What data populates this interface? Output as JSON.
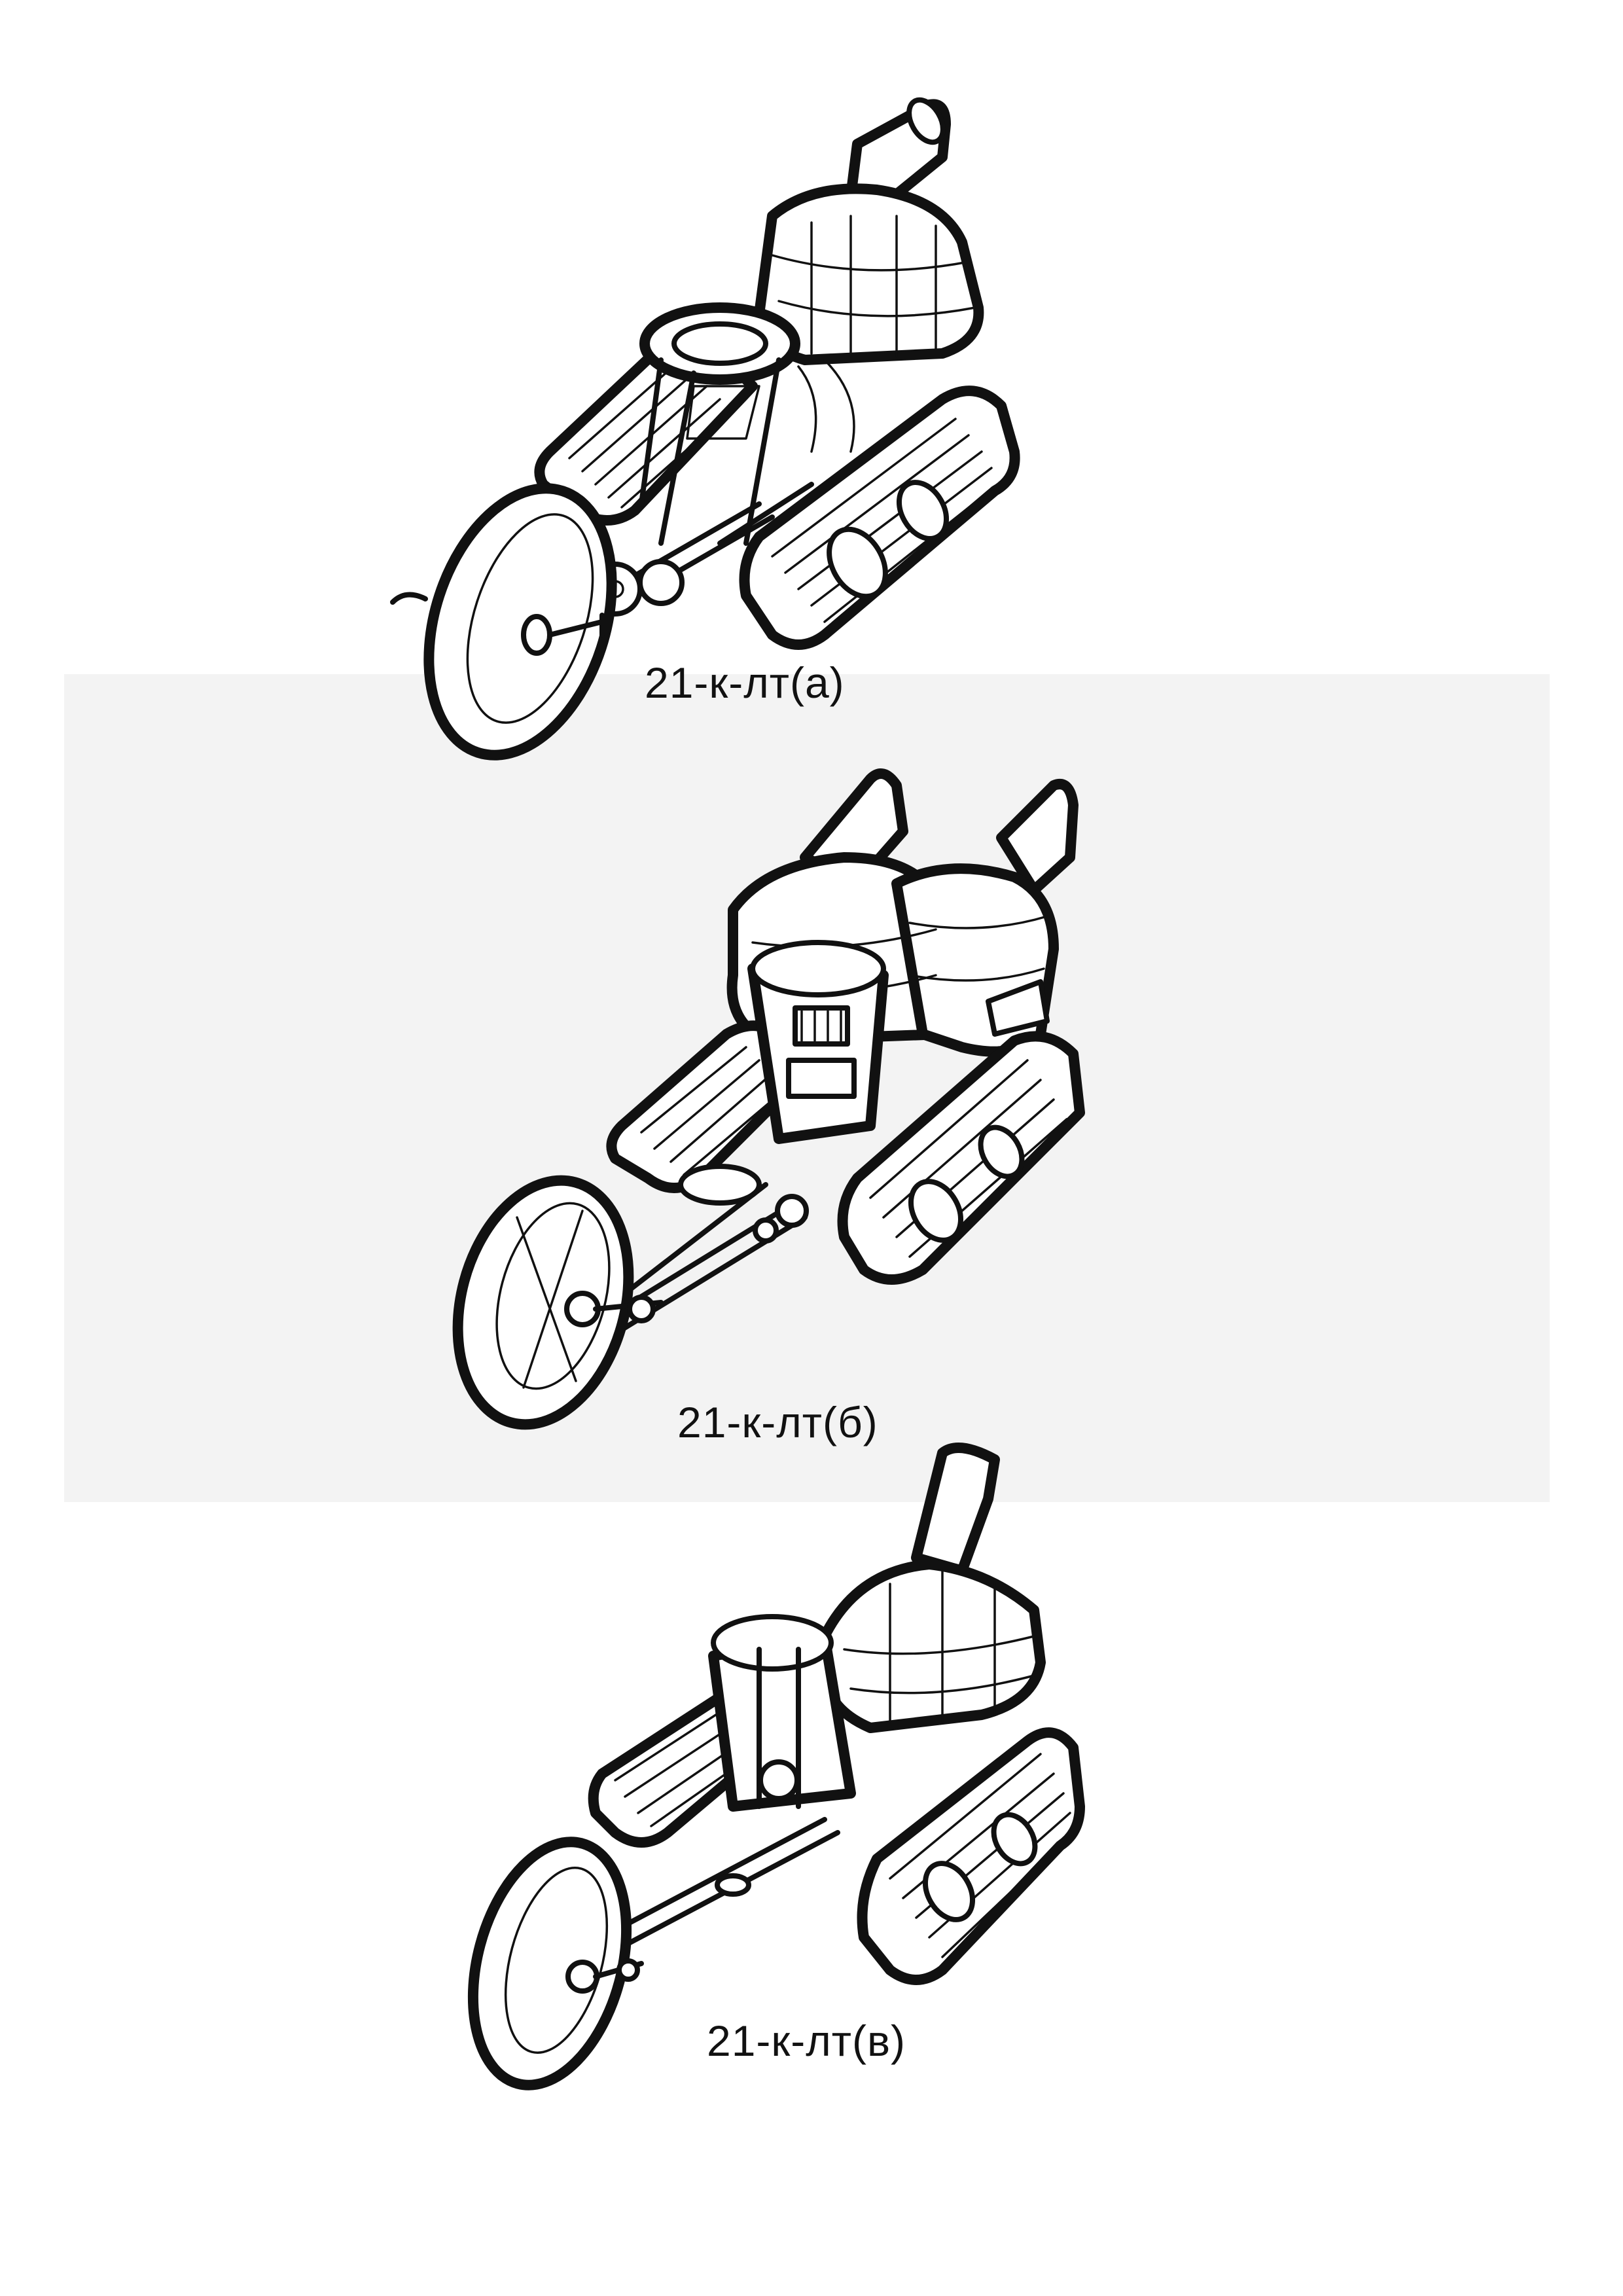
{
  "sketches": [
    {
      "caption": "21-к-лт(а)"
    },
    {
      "caption": "21-к-лт(б)"
    },
    {
      "caption": "21-к-лт(в)"
    }
  ]
}
